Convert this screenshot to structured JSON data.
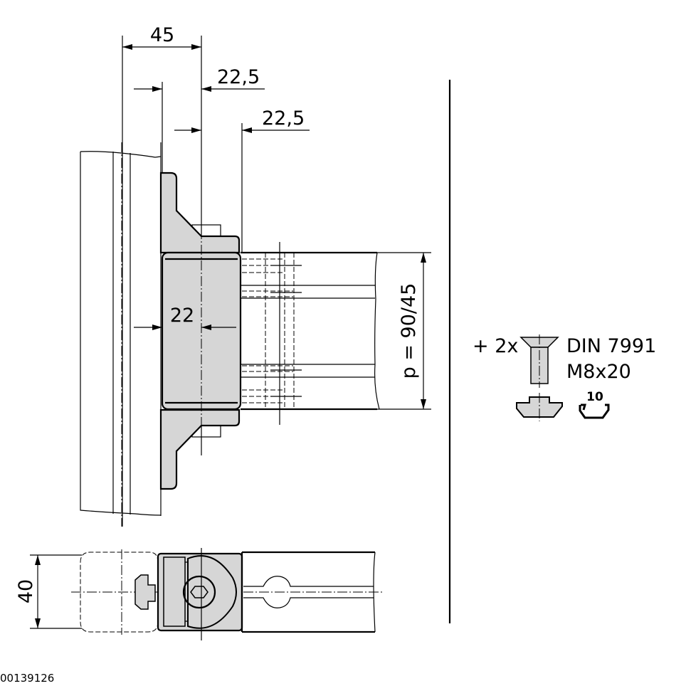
{
  "drawing": {
    "dimensions": {
      "width_45": "45",
      "offset_22_5_a": "22,5",
      "offset_22_5_b": "22,5",
      "depth_22": "22",
      "pitch": "p = 90/45",
      "height_40": "40"
    },
    "accessories": {
      "quantity": "+ 2x",
      "screw_standard": "DIN 7991",
      "screw_size": "M8x20",
      "slot_size": "10"
    },
    "colors": {
      "part_fill": "#d6d6d6",
      "line": "#000000"
    }
  },
  "footer": {
    "drawing_number": "00139126"
  }
}
